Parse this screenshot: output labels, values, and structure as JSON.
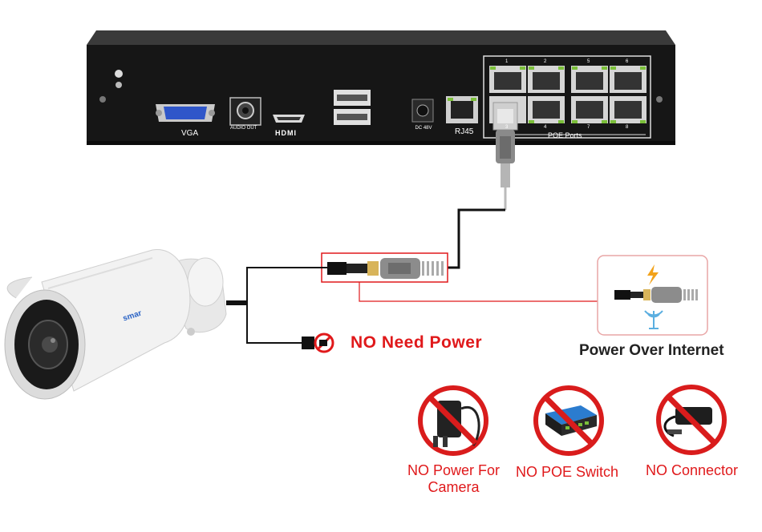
{
  "nvr": {
    "vga_label": "VGA",
    "audio_label": "AUDIO OUT",
    "hdmi_label": "HDMI",
    "dc_label": "DC 48V",
    "rj45_label": "RJ45",
    "poe_label": "POE Ports",
    "port_numbers_top": [
      "1",
      "2",
      "5",
      "6"
    ],
    "port_numbers_bottom": [
      "3",
      "4",
      "7",
      "8"
    ]
  },
  "camera": {
    "brand": "smar"
  },
  "callouts": {
    "no_need_power": "NO Need Power",
    "power_over_internet": "Power Over Internet"
  },
  "prohibitions": [
    {
      "label": "NO Power For Camera"
    },
    {
      "label": "NO POE Switch"
    },
    {
      "label": "NO Connector"
    }
  ],
  "colors": {
    "accent_red": "#e0191b",
    "nvr_body": "#1c1c1c",
    "port_green": "#7bbf3a",
    "cable_grey": "#8a8a8a"
  }
}
